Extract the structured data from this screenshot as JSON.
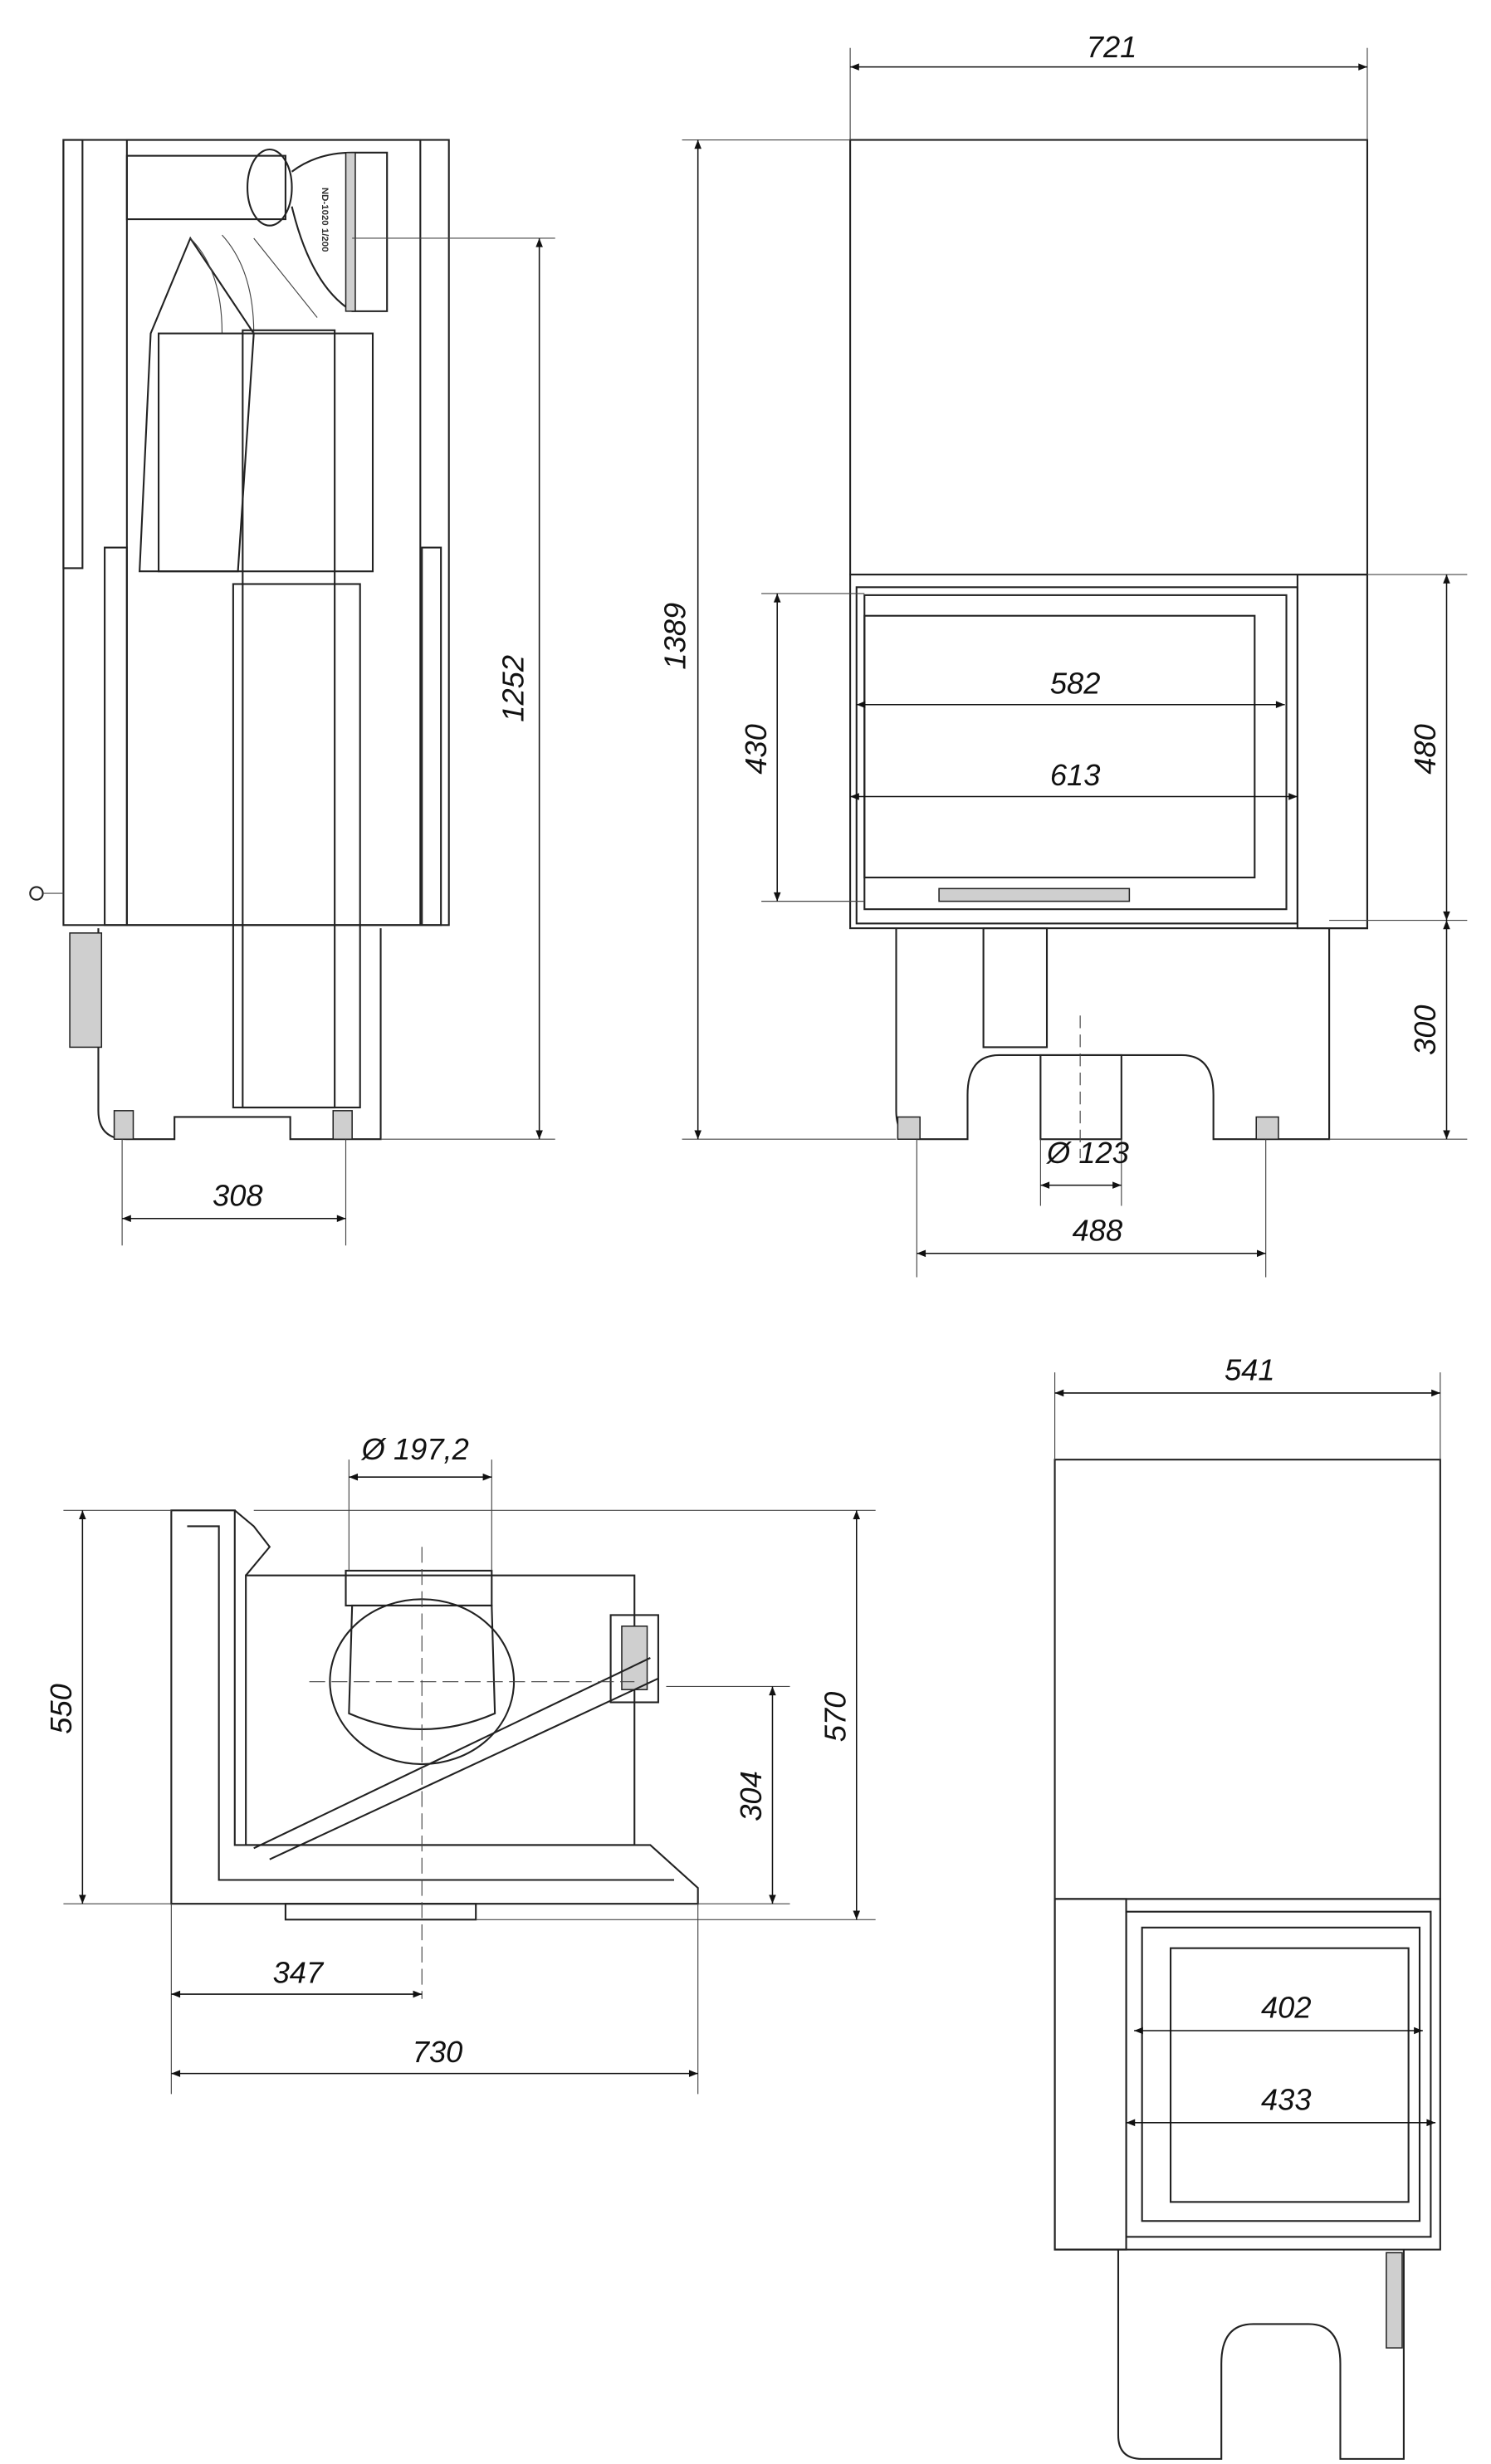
{
  "drawing": {
    "pipe_label": "ND-1020 1/200",
    "side_view": {
      "height": "1252",
      "foot_spacing": "308"
    },
    "front_view": {
      "width": "721",
      "total_height": "1389",
      "glass_height": "430",
      "frame_height": "480",
      "base_height": "300",
      "glass_width": "582",
      "frame_width": "613",
      "air_inlet": "Ø 123",
      "foot_spacing": "488"
    },
    "plan_view": {
      "flue_diameter": "Ø 197,2",
      "depth_left": "550",
      "depth_right": "570",
      "flue_offset_y": "304",
      "flue_offset_x": "347",
      "width": "730"
    },
    "side_front_view": {
      "width": "541",
      "glass_width": "402",
      "frame_width": "433"
    }
  }
}
